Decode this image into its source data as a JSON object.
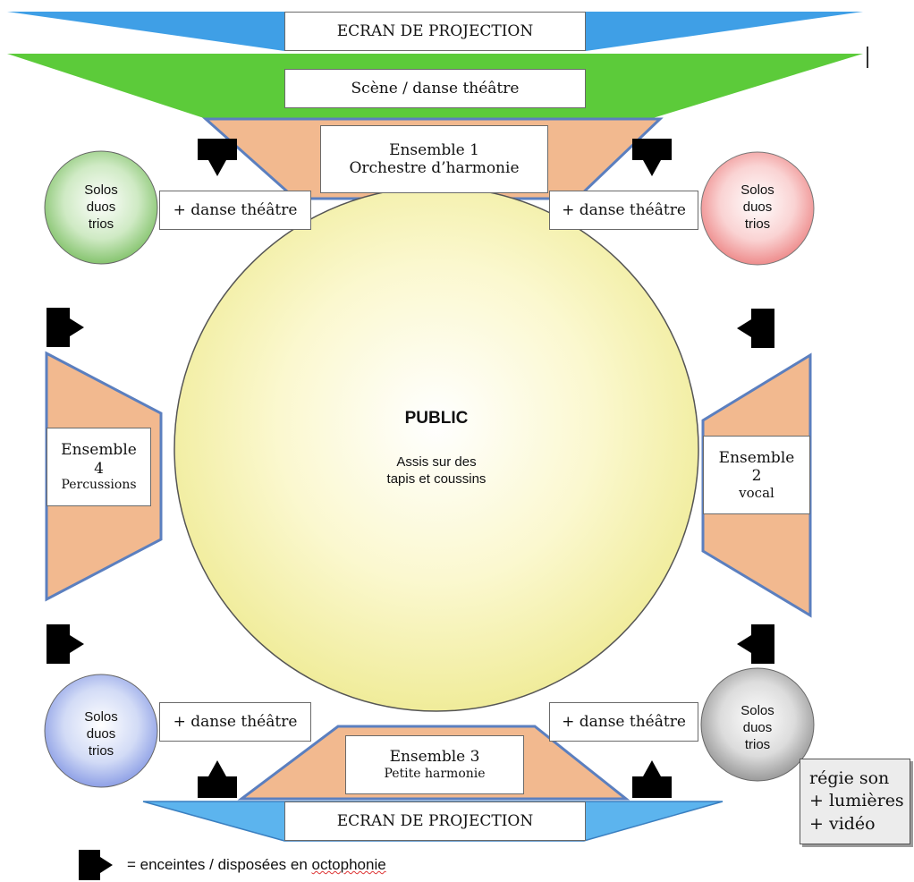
{
  "screens": {
    "top": "ECRAN DE PROJECTION",
    "bottom": "ECRAN DE PROJECTION"
  },
  "stage": {
    "label": "Scène / danse théâtre"
  },
  "ensembles": {
    "e1": {
      "line1": "Ensemble 1",
      "line2": "Orchestre d’harmonie"
    },
    "e2": {
      "line1": "Ensemble",
      "line2": "2",
      "line3": "vocal"
    },
    "e3": {
      "line1": "Ensemble 3",
      "line2": "Petite harmonie"
    },
    "e4": {
      "line1": "Ensemble",
      "line2": "4",
      "line3": "Percussions"
    }
  },
  "soloists": {
    "line1": "Solos",
    "line2": "duos",
    "line3": "trios"
  },
  "danse_label": "+ danse théâtre",
  "public": {
    "title": "PUBLIC",
    "line1": "Assis sur des",
    "line2": "tapis et coussins"
  },
  "regie": {
    "line1": "régie son",
    "line2": "+ lumières",
    "line3": "+ vidéo"
  },
  "legend": {
    "prefix": "= enceintes / disposées en ",
    "word": "octophonie"
  },
  "colors": {
    "screen_blue": "#3f9fe6",
    "stage_green": "#5ccb3a",
    "ensemble_orange": "#f2b98f",
    "ensemble_border": "#5b7fbf",
    "public_yellow": "#f5f3a6",
    "circle_green": "#9dd38c",
    "circle_red": "#f4a3a3",
    "circle_blue": "#a8b8ee",
    "circle_grey": "#b8b8b8",
    "speaker": "#000000"
  },
  "icons": {
    "speaker": "speaker-icon"
  }
}
